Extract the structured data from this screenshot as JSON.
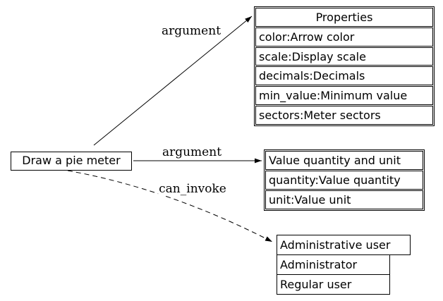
{
  "nodes": {
    "source": {
      "label": "Draw a pie meter"
    },
    "properties": {
      "title": "Properties",
      "fields": [
        "color:Arrow color",
        "scale:Display scale",
        "decimals:Decimals",
        "min_value:Minimum value",
        "sectors:Meter sectors"
      ]
    },
    "value_unit": {
      "title": "Value quantity and unit",
      "fields": [
        "quantity:Value quantity",
        "unit:Value unit"
      ]
    },
    "admin": {
      "title": "Administrative user",
      "fields": [
        "Administrator",
        "Regular user"
      ]
    }
  },
  "edges": [
    {
      "label": "argument",
      "style": "solid",
      "from": "Draw a pie meter",
      "to": "Properties"
    },
    {
      "label": "argument",
      "style": "solid",
      "from": "Draw a pie meter",
      "to": "Value quantity and unit"
    },
    {
      "label": "can_invoke",
      "style": "dashed",
      "from": "Draw a pie meter",
      "to": "Administrative user"
    }
  ],
  "colors": {
    "background": "#ffffff",
    "border": "#000000",
    "text": "#000000"
  }
}
